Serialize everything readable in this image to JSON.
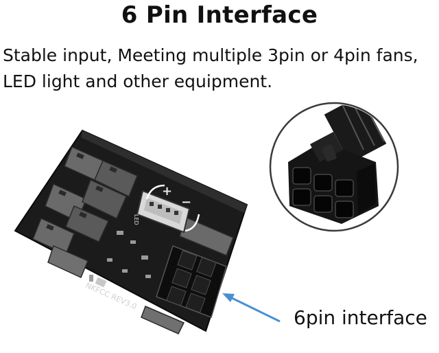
{
  "heading": {
    "title": "6 Pin Interface",
    "lines": [
      "Stable input, Meeting multiple 3pin or 4pin fans,",
      "LED light and other equipment."
    ]
  },
  "board": {
    "silkscreen": "NKFCC REV3.0",
    "led_label": "LED",
    "plus_label": "+",
    "minus_label": "−"
  },
  "callout": {
    "label": "6pin interface",
    "arrow_color": "#4a8fd4"
  }
}
